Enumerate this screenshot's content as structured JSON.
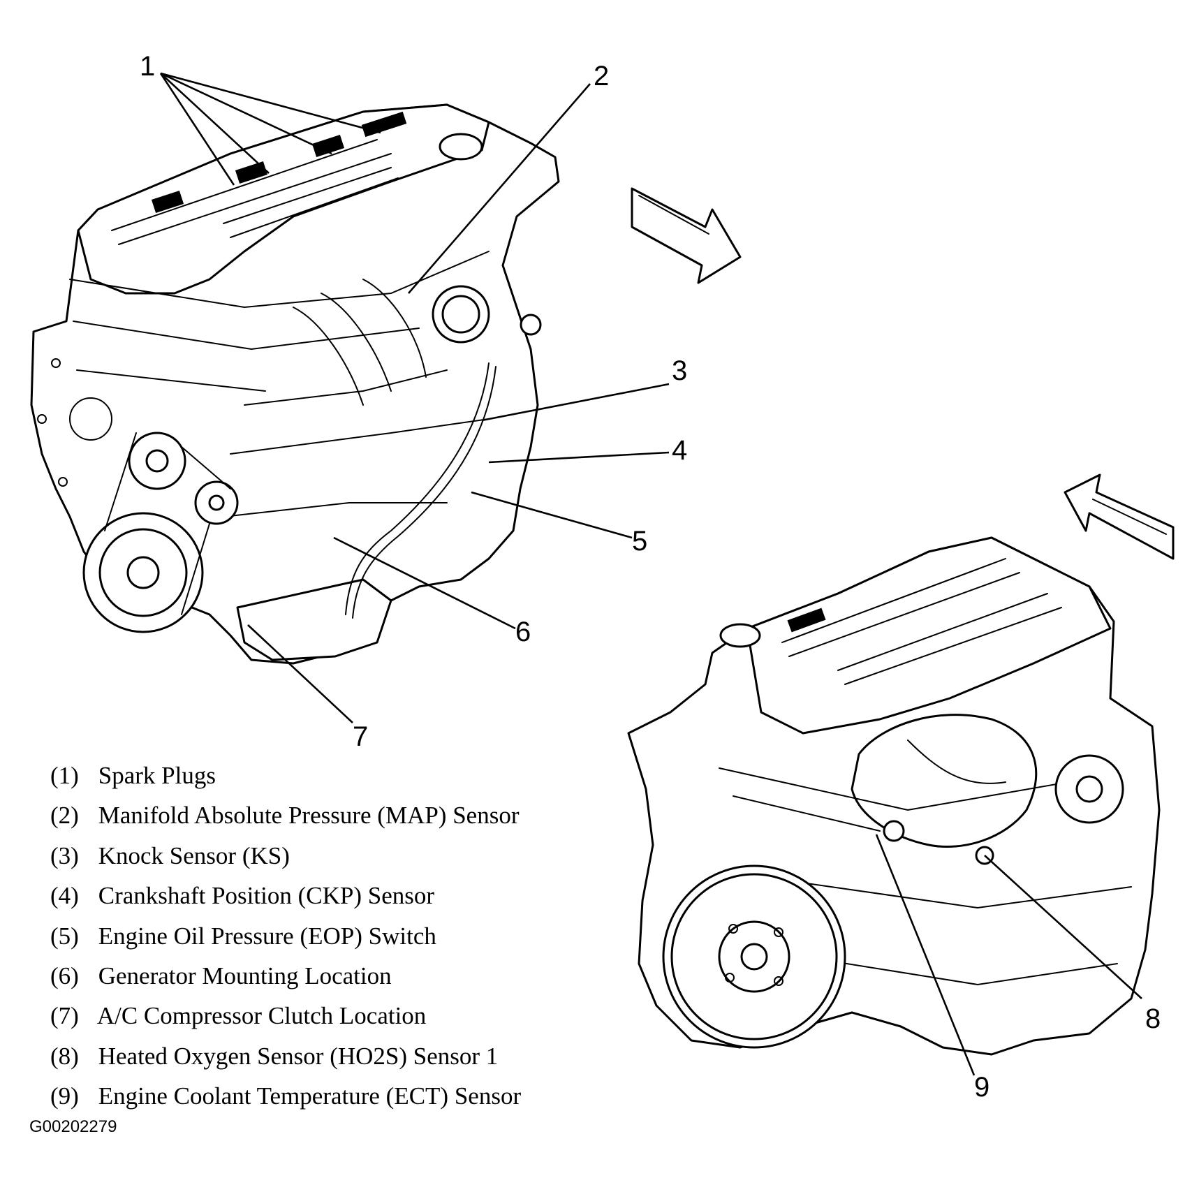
{
  "callouts": {
    "c1": "1",
    "c2": "2",
    "c3": "3",
    "c4": "4",
    "c5": "5",
    "c6": "6",
    "c7": "7",
    "c8": "8",
    "c9": "9"
  },
  "legend": [
    {
      "num": "(1)",
      "label": "Spark Plugs"
    },
    {
      "num": "(2)",
      "label": "Manifold Absolute Pressure (MAP) Sensor"
    },
    {
      "num": "(3)",
      "label": "Knock Sensor (KS)"
    },
    {
      "num": "(4)",
      "label": "Crankshaft Position (CKP) Sensor"
    },
    {
      "num": "(5)",
      "label": "Engine Oil Pressure (EOP) Switch"
    },
    {
      "num": "(6)",
      "label": "Generator Mounting Location"
    },
    {
      "num": "(7)",
      "label": "A/C Compressor Clutch Location"
    },
    {
      "num": "(8)",
      "label": "Heated Oxygen Sensor (HO2S) Sensor 1"
    },
    {
      "num": "(9)",
      "label": "Engine Coolant Temperature (ECT) Sensor"
    }
  ],
  "figure_id": "G00202279",
  "colors": {
    "ink": "#000000",
    "paper": "#ffffff"
  }
}
